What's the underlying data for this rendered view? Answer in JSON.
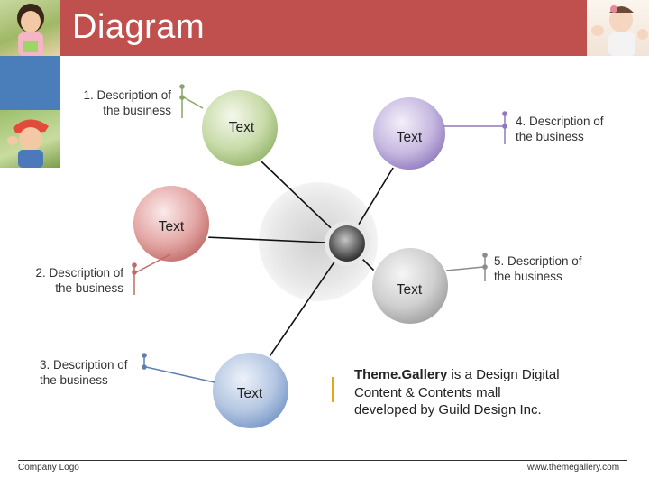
{
  "slide": {
    "title": "Diagram",
    "footer": {
      "company": "Company Logo",
      "website": "www.themegallery.com"
    }
  },
  "colors": {
    "header": "#c0504d",
    "accent_blue": "#4a7ebb",
    "tagline_bar": "#e0a81a"
  },
  "balls": [
    {
      "label": "Text",
      "color": "green"
    },
    {
      "label": "Text",
      "color": "purple"
    },
    {
      "label": "Text",
      "color": "red"
    },
    {
      "label": "Text",
      "color": "gray"
    },
    {
      "label": "Text",
      "color": "blue"
    }
  ],
  "descriptions": [
    {
      "line1": "1. Description of",
      "line2": "the business"
    },
    {
      "line1": "2. Description of",
      "line2": "the business"
    },
    {
      "line1": "3. Description of",
      "line2": "the business"
    },
    {
      "line1": "4. Description of",
      "line2": "the business"
    },
    {
      "line1": "5. Description of",
      "line2": "the business"
    }
  ],
  "tagline": {
    "brand": "Theme.Gallery",
    "rest1": " is a Design Digital",
    "line2": "Content & Contents mall",
    "line3": "developed by Guild Design Inc."
  }
}
